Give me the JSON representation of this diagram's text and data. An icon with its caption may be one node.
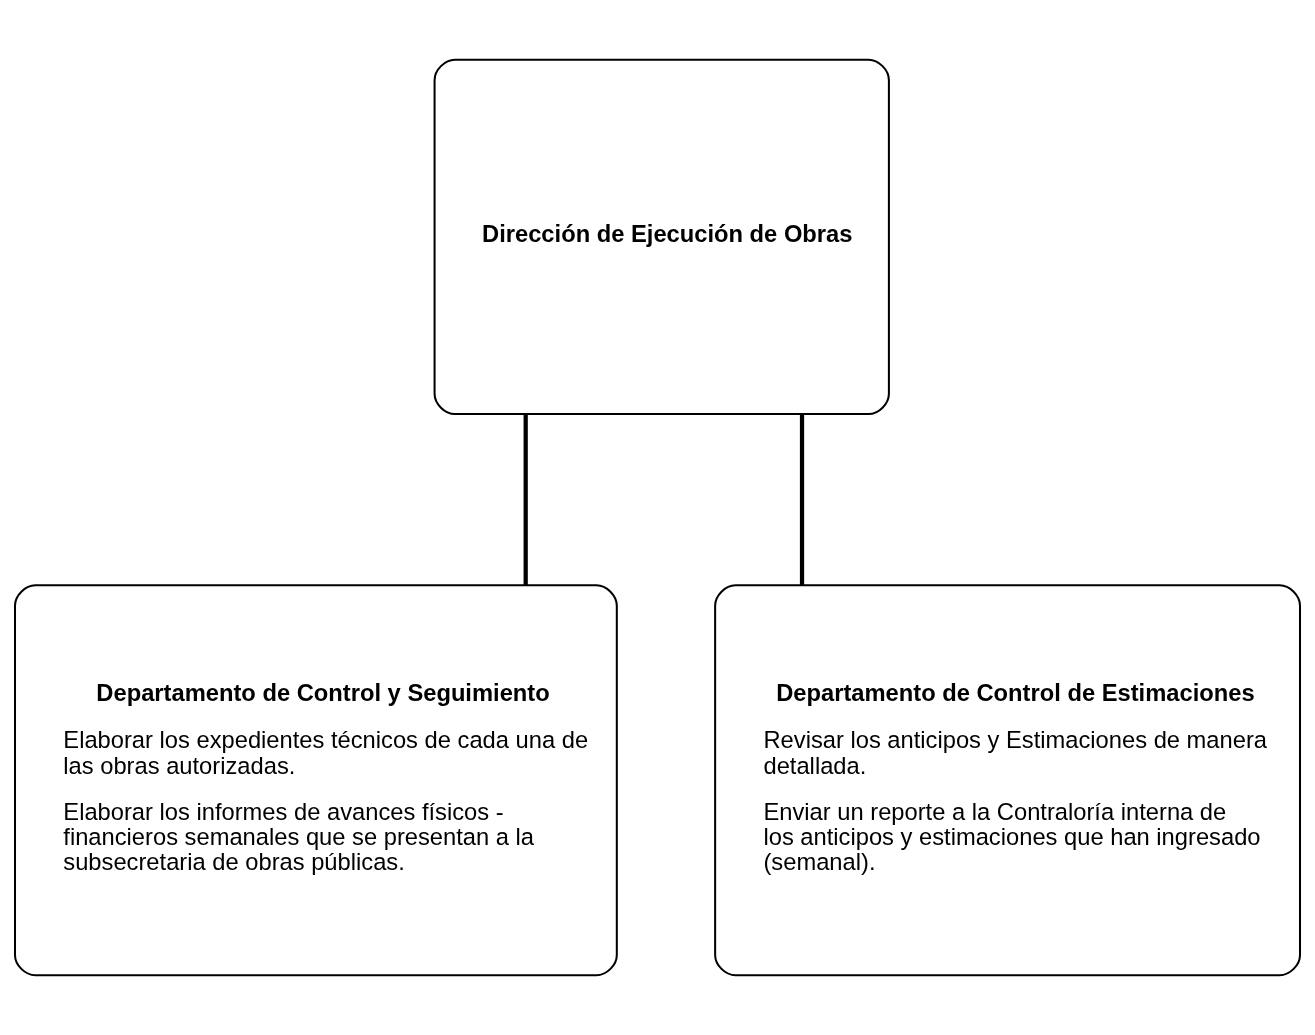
{
  "diagram": {
    "nodes": [
      {
        "text": [
          "Dirección de Ejecución de Obras"
        ]
      },
      {
        "text": [
          "Departamento de Control y Seguimiento",
          "Elaborar los expedientes técnicos de cada una de las obras autorizadas.",
          "Elaborar los informes de avances físicos - financieros semanales que se presentan a la subsecretaria de obras públicas."
        ]
      },
      {
        "text": [
          "Departamento de Control de Estimaciones",
          "Revisar los anticipos y Estimaciones de manera detallada.",
          "Enviar un reporte a la Contraloría interna de los anticipos y estimaciones que han ingresado (semanal)."
        ]
      }
    ],
    "edges": [
      {
        "from": 0,
        "to": 1,
        "arrow": "none"
      },
      {
        "from": 0,
        "to": 2,
        "arrow": "none"
      }
    ]
  }
}
